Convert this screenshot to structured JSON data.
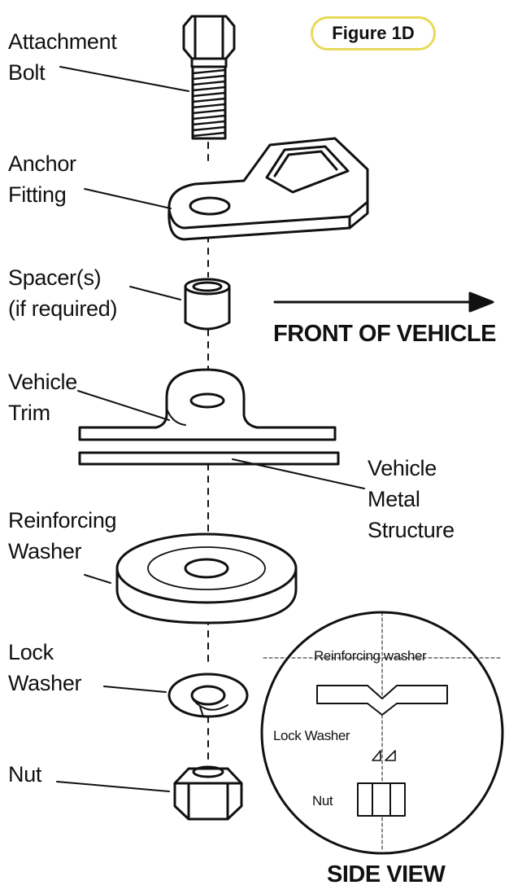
{
  "figure_label": "Figure 1D",
  "direction_label": "FRONT OF VEHICLE",
  "parts": [
    {
      "line1": "Attachment",
      "line2": "Bolt"
    },
    {
      "line1": "Anchor",
      "line2": "Fitting"
    },
    {
      "line1": "Spacer(s)",
      "line2": "(if required)"
    },
    {
      "line1": "Vehicle",
      "line2": "Trim"
    },
    {
      "line1": "Vehicle",
      "line2": "Metal",
      "line3": "Structure"
    },
    {
      "line1": "Reinforcing",
      "line2": "Washer"
    },
    {
      "line1": "Lock",
      "line2": "Washer"
    },
    {
      "line1": "Nut"
    }
  ],
  "side_view": {
    "title": "SIDE VIEW",
    "reinforcing_washer": "Reinforcing washer",
    "lock_washer": "Lock Washer",
    "nut": "Nut"
  },
  "colors": {
    "badge_border": "#e8d95a",
    "line": "#111111"
  }
}
